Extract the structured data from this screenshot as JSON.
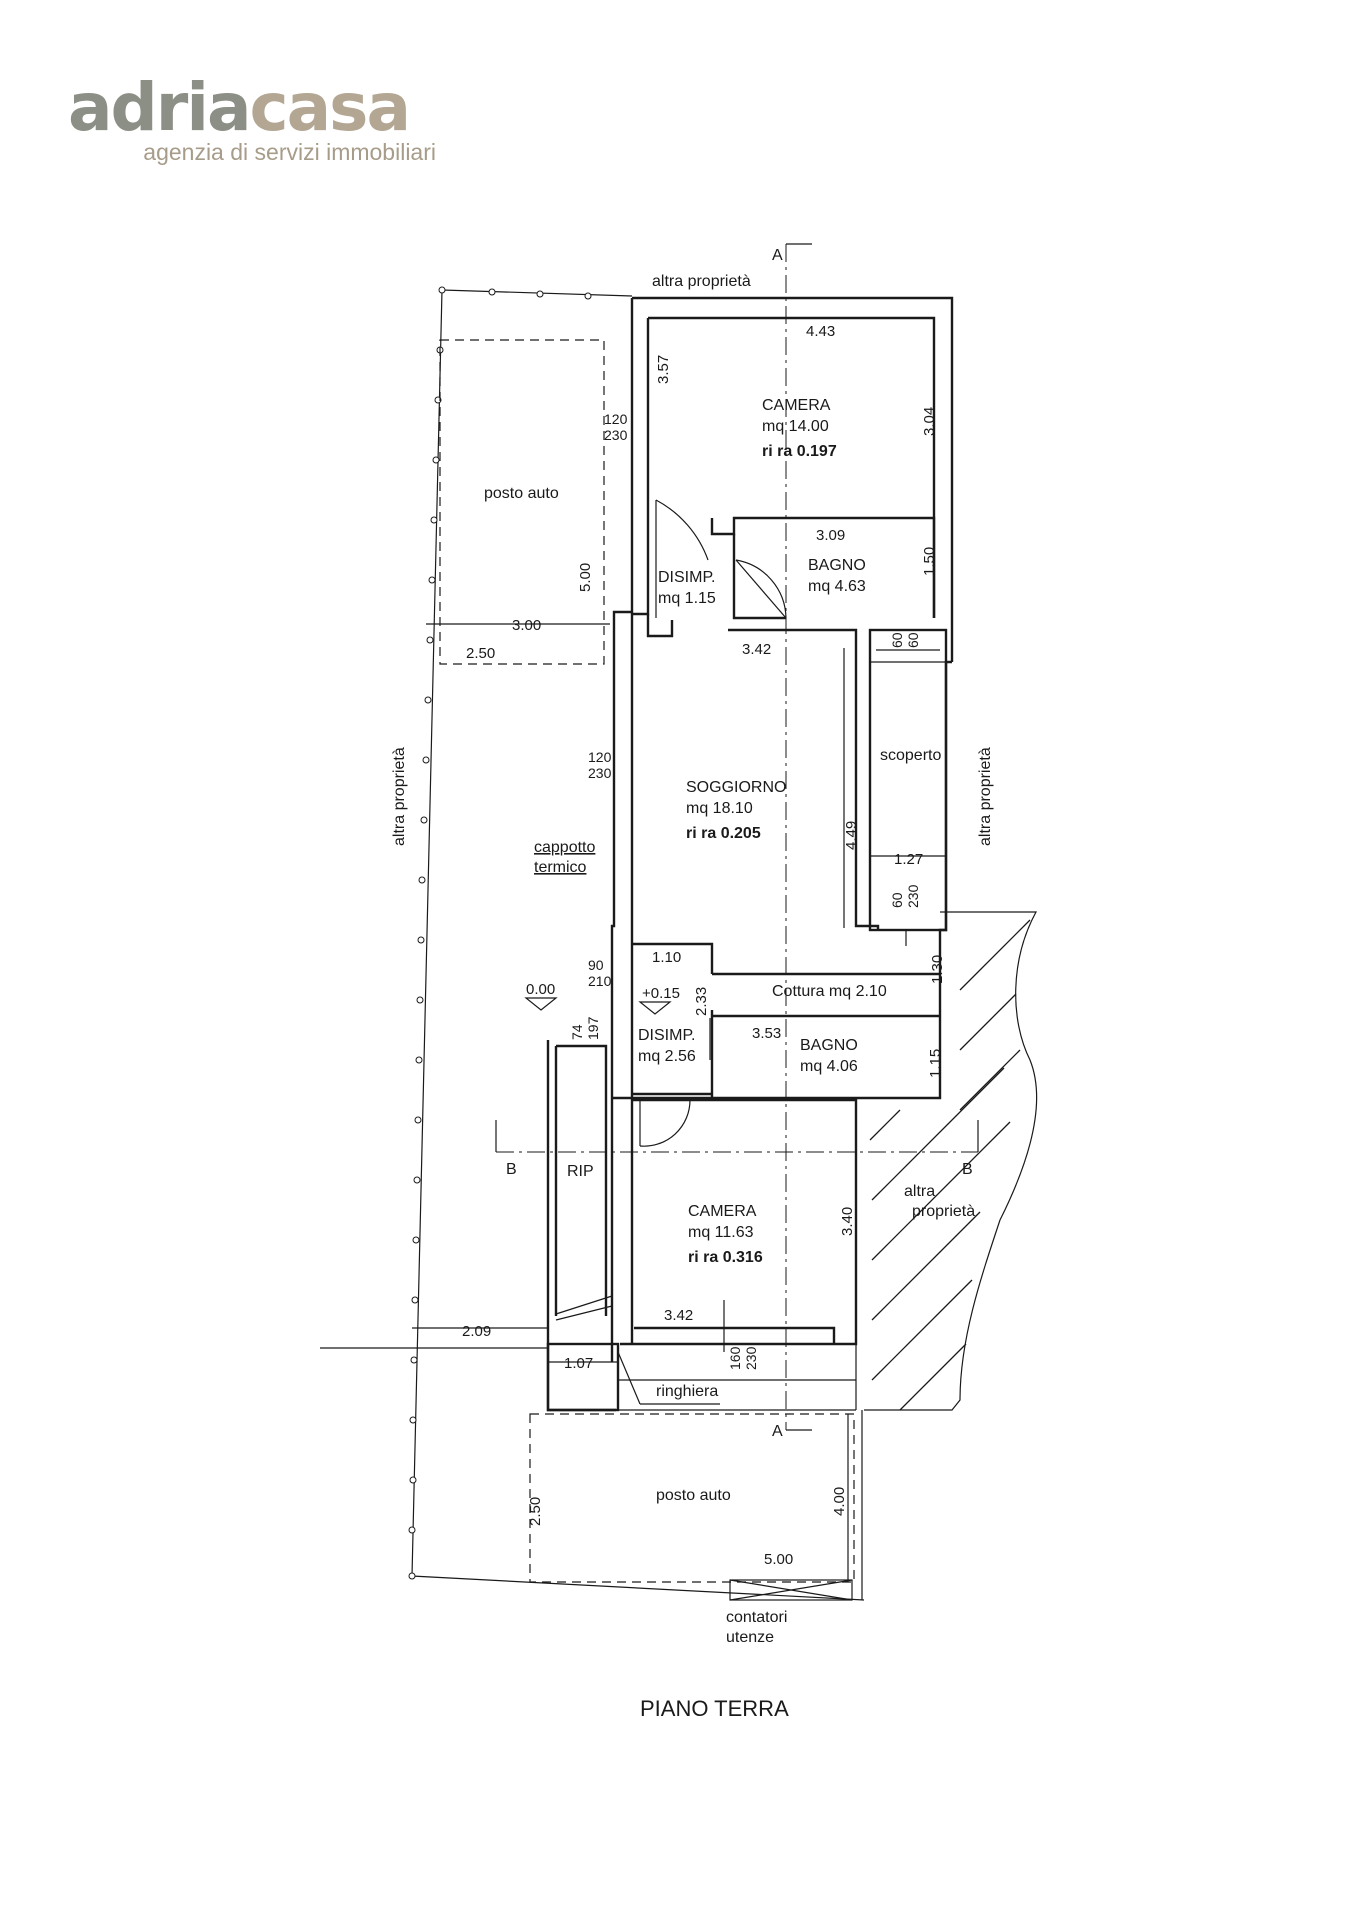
{
  "logo": {
    "brand_part1": "adria",
    "brand_part2": "casa",
    "tagline": "agenzia di servizi immobiliari",
    "color_part1": "#8c8f85",
    "color_part2": "#b3a794",
    "color_tagline": "#a79c89"
  },
  "plan": {
    "title": "PIANO TERRA",
    "section_labels": {
      "a_top": "A",
      "a_bottom": "A",
      "b_left": "B",
      "b_right": "B"
    },
    "neighbors": {
      "top": "altra proprietà",
      "left": "altra proprietà",
      "right": "altra proprietà",
      "lower_right_line1": "altra",
      "lower_right_line2": "proprietà"
    },
    "rooms": {
      "camera1": {
        "name": "CAMERA",
        "area": "mq 14.00",
        "ratio": "ri  ra  0.197"
      },
      "disimp1": {
        "name": "DISIMP.",
        "area": "mq 1.15"
      },
      "bagno1": {
        "name": "BAGNO",
        "area": "mq 4.63"
      },
      "soggiorno": {
        "name": "SOGGIORNO",
        "area": "mq 18.10",
        "ratio": "ri  ra  0.205"
      },
      "cottura": {
        "name": "Cottura mq 2.10"
      },
      "disimp2": {
        "name": "DISIMP.",
        "area": "mq 2.56"
      },
      "bagno2": {
        "name": "BAGNO",
        "area": "mq 4.06"
      },
      "camera2": {
        "name": "CAMERA",
        "area": "mq 11.63",
        "ratio": "ri  ra  0.316"
      },
      "rip": {
        "name": "RIP"
      },
      "scoperto": {
        "name": "scoperto"
      },
      "posto_auto_top": {
        "name": "posto auto"
      },
      "posto_auto_bottom": {
        "name": "posto auto"
      }
    },
    "annotations": {
      "cappotto_line1": "cappotto",
      "cappotto_line2": "termico",
      "level_000": "0.00",
      "level_015": "+0.15",
      "ringhiera": "ringhiera",
      "contatori_line1": "contatori",
      "contatori_line2": "utenze"
    },
    "dimensions": {
      "d443": "4.43",
      "d357": "3.57",
      "d304": "3.04",
      "d309": "3.09",
      "d150": "1.50",
      "d342_top": "3.42",
      "d449": "4.49",
      "d127": "1.27",
      "d110": "1.10",
      "d233": "2.33",
      "d130": "1.30",
      "d353": "3.53",
      "d115": "1.15",
      "d340": "3.40",
      "d342_bottom": "3.42",
      "d300": "3.00",
      "d250_top": "2.50",
      "d500_top": "5.00",
      "d209": "2.09",
      "d107": "1.07",
      "d400": "4.00",
      "d250_bottom": "2.50",
      "d500_bottom": "5.00",
      "w120a": "120",
      "w230a": "230",
      "w120b": "120",
      "w230b": "230",
      "w90": "90",
      "w210": "210",
      "w74": "74",
      "w197": "197",
      "w60a": "60",
      "w60b": "60",
      "w60c": "60",
      "w230c": "230",
      "w160": "160",
      "w230d": "230"
    }
  }
}
